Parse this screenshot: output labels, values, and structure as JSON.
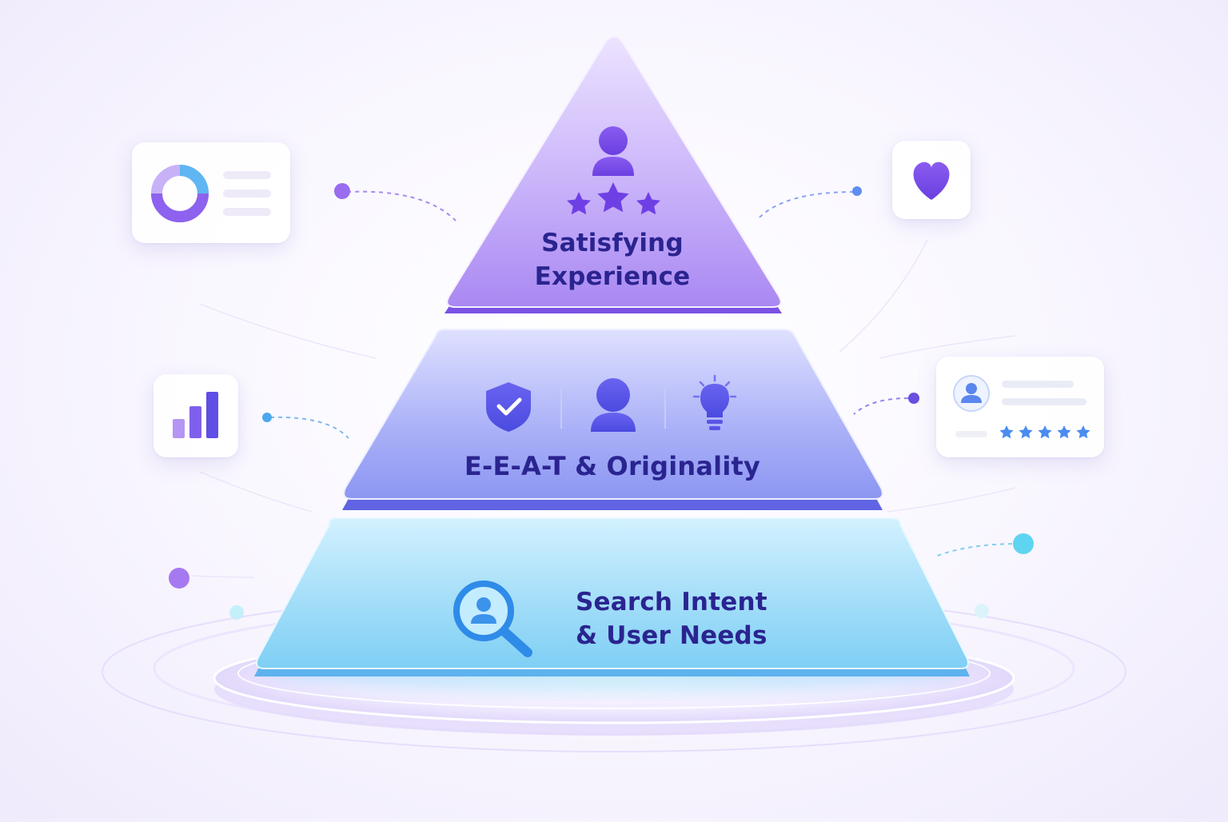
{
  "tiers": {
    "top": {
      "line1": "Satisfying",
      "line2": "Experience",
      "icons": [
        "user-icon",
        "star-icon"
      ]
    },
    "middle": {
      "label": "E-E-A-T & Originality",
      "icons": [
        "shield-check-icon",
        "user-icon",
        "lightbulb-icon"
      ]
    },
    "bottom": {
      "line1": "Search Intent",
      "line2": "& User Needs",
      "icons": [
        "search-user-icon"
      ]
    }
  },
  "side_cards": {
    "left_top": {
      "icon": "donut-chart-icon"
    },
    "left_middle": {
      "icon": "bar-chart-icon"
    },
    "right_top": {
      "icon": "heart-icon"
    },
    "right_middle": {
      "icon": "user-review-icon",
      "rating": 5
    }
  },
  "colors": {
    "top_tier": "#b79cf5",
    "middle_tier": "#8f9cf4",
    "bottom_tier": "#86d6f6",
    "text": "#2a2490",
    "accent_purple": "#7b4fe8",
    "accent_blue": "#4a8cf0"
  }
}
